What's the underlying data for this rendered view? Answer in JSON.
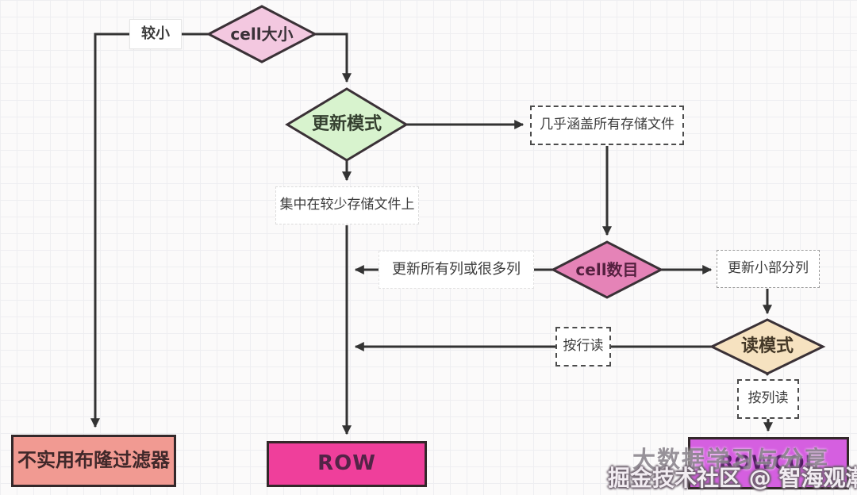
{
  "flowchart": {
    "decisions": {
      "cell_size": "cell大小",
      "update_mode": "更新模式",
      "cell_count": "cell数目",
      "read_mode": "读模式"
    },
    "labels": {
      "smaller": "较小",
      "covers_all_files": "几乎涵盖所有存储文件",
      "few_files": "集中在较少存储文件上",
      "update_many_columns": "更新所有列或很多列",
      "update_few_columns": "更新小部分列",
      "read_by_row": "按行读",
      "read_by_column": "按列读"
    },
    "results": {
      "no_bloom_filter": "不实用布隆过滤器",
      "row": "ROW",
      "rowcol": "ROWCOL"
    },
    "colors": {
      "cell_size_fill": "#f3c8e0",
      "update_mode_fill": "#d8f3ce",
      "cell_count_fill": "#e583b7",
      "read_mode_fill": "#f6e2c0",
      "no_bloom_fill": "#f19a92",
      "row_fill": "#ef3f9b",
      "rowcol_fill": "#d55fe0",
      "shape_stroke": "#3a3136",
      "line": "#333333"
    }
  },
  "watermark": {
    "line1": "大数据学习与分享",
    "line2": "掘金技术社区 @ 智海观潮"
  }
}
